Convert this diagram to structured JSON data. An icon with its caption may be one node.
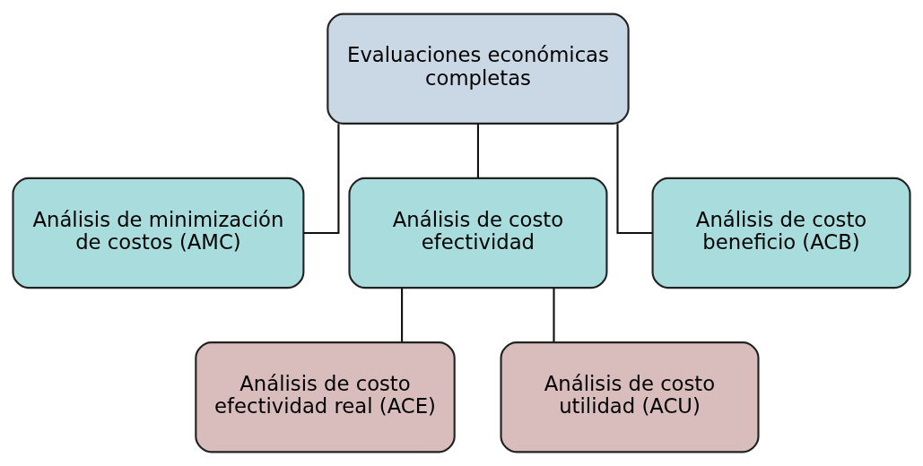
{
  "diagram": {
    "nodes": [
      {
        "text": [
          "Evaluaciones económicas completas"
        ]
      },
      {
        "text": [
          "Análisis de minimización de costos (AMC)"
        ]
      },
      {
        "text": [
          "Análisis de costo efectividad"
        ]
      },
      {
        "text": [
          "Análisis de costo beneficio (ACB)"
        ]
      },
      {
        "text": [
          "Análisis de costo efectividad real (ACE)"
        ]
      },
      {
        "text": [
          "Análisis de costo utilidad (ACU)"
        ]
      }
    ],
    "edges": [
      {
        "from": 0,
        "to": 1,
        "arrow": "none"
      },
      {
        "from": 0,
        "to": 2,
        "arrow": "none"
      },
      {
        "from": 0,
        "to": 3,
        "arrow": "none"
      },
      {
        "from": 2,
        "to": 4,
        "arrow": "none"
      },
      {
        "from": 2,
        "to": 5,
        "arrow": "none"
      }
    ]
  }
}
